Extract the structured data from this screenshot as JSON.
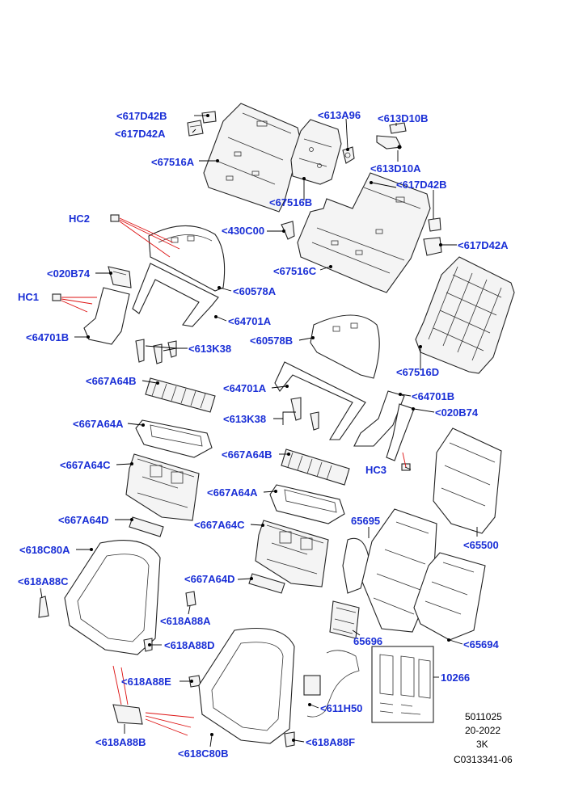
{
  "labels": {
    "l617D42B_top": "<617D42B",
    "l617D42A_top": "<617D42A",
    "l67516A": "<67516A",
    "l613A96": "<613A96",
    "l613D10B": "<613D10B",
    "l613D10A": "<613D10A",
    "l67516B": "<67516B",
    "l617D42B_right": "<617D42B",
    "lHC2": "HC2",
    "l430C00": "<430C00",
    "l617D42A_right": "<617D42A",
    "l020B74_left": "<020B74",
    "l67516C": "<67516C",
    "l60578A": "<60578A",
    "lHC1": "HC1",
    "l64701A_left": "<64701A",
    "l64701B_left": "<64701B",
    "l613K38_top": "<613K38",
    "l60578B": "<60578B",
    "l67516D": "<67516D",
    "l667A64B_1": "<667A64B",
    "l64701A_right": "<64701A",
    "l64701B_right": "<64701B",
    "l667A64A_1": "<667A64A",
    "l613K38_bottom": "<613K38",
    "l020B74_right": "<020B74",
    "l667A64C_1": "<667A64C",
    "l667A64B_2": "<667A64B",
    "lHC3": "HC3",
    "l667A64A_2": "<667A64A",
    "l667A64D_1": "<667A64D",
    "l667A64C_2": "<667A64C",
    "l65695": "65695",
    "l618C80A": "<618C80A",
    "l65500": "<65500",
    "l618A88C": "<618A88C",
    "l667A64D_2": "<667A64D",
    "l618A88A": "<618A88A",
    "l65696": "65696",
    "l65694": "<65694",
    "l618A88D": "<618A88D",
    "l10266": "10266",
    "l618A88E": "<618A88E",
    "l611H50": "<611H50",
    "l618A88B": "<618A88B",
    "l618C80B": "<618C80B",
    "l618A88F": "<618A88F"
  },
  "reference": {
    "line1": "5011025",
    "line2": "20-2022",
    "line3": "3K",
    "line4": "C0313341-06"
  }
}
